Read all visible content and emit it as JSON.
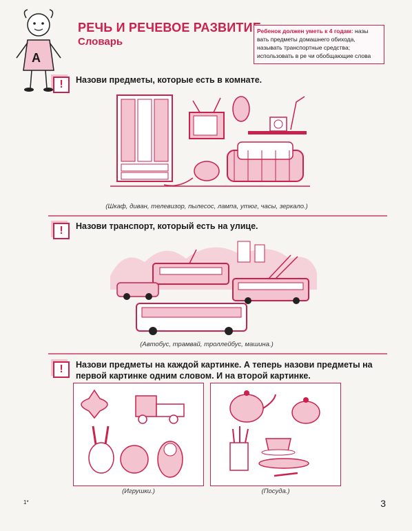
{
  "header": {
    "title": "РЕЧЬ И РЕЧЕВОЕ РАЗВИТИЕ",
    "subtitle": "Словарь"
  },
  "note": {
    "lead": "Ребенок должен уметь к 4 годам:",
    "text": "назы вать предметы домашнего обихода, называть транспортные средства; использовать в ре чи обобщающие слова"
  },
  "mascot": {
    "letter": "А"
  },
  "tasks": [
    {
      "mark": "!",
      "text": "Назови предметы, которые есть в комнате.",
      "caption": "(Шкаф, диван, телевизор, пылесос, лампа, утюг, часы, зеркало.)"
    },
    {
      "mark": "!",
      "text": "Назови транспорт, который есть на улице.",
      "caption": "(Автобус, трамвай, троллейбус, машина.)"
    },
    {
      "mark": "!",
      "text": "Назови предметы на каждой картинке. А теперь назови предметы на первой картинке одним словом. И на второй картинке.",
      "caption_left": "(Игрушки.)",
      "caption_right": "(Посуда.)"
    }
  ],
  "footer": {
    "page": "3",
    "corner": "1*"
  },
  "colors": {
    "accent": "#c8224d",
    "tint": "#f3c3cf"
  }
}
